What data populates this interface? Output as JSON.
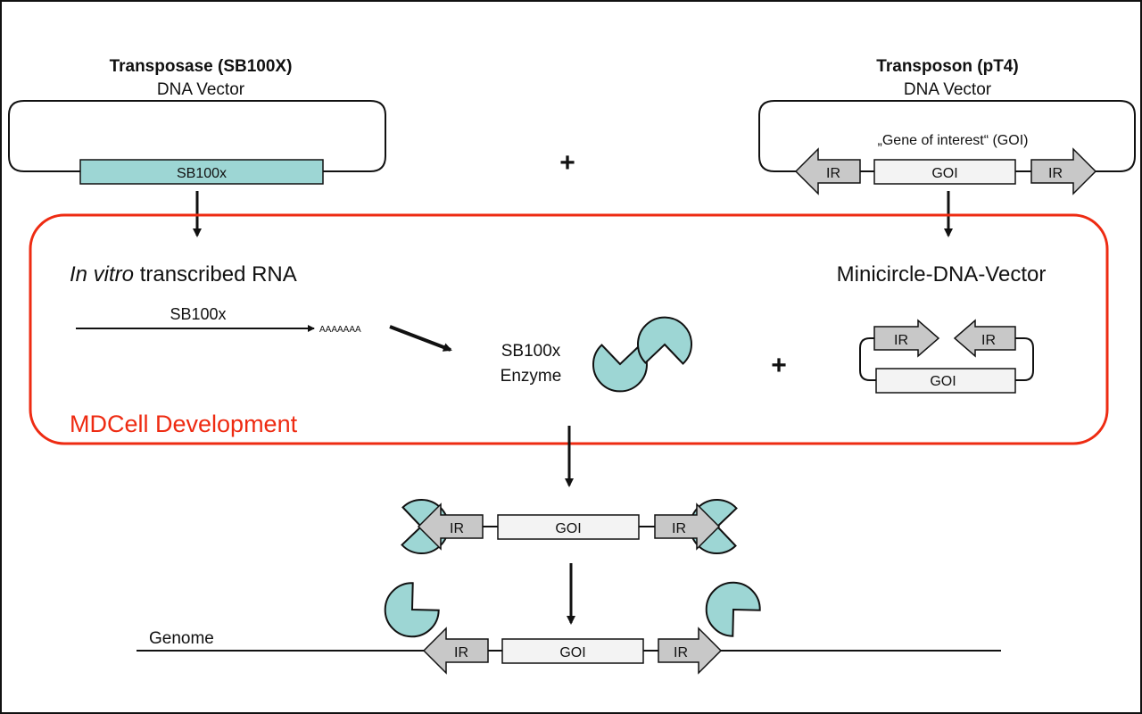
{
  "left": {
    "title": "Transposase (SB100X)",
    "subtitle": "DNA Vector",
    "gene_label": "SB100x"
  },
  "right": {
    "title": "Transposon (pT4)",
    "subtitle": "DNA Vector",
    "goi_caption": "„Gene of interest“ (GOI)",
    "ir_label": "IR",
    "goi_label": "GOI"
  },
  "plus_symbol": "+",
  "box": {
    "label": "MDCell Development",
    "rna_italic": "In vitro",
    "rna_rest": " transcribed RNA",
    "rna_gene": "SB100x",
    "polya": "AAAAAAA",
    "enzyme_line1": "SB100x",
    "enzyme_line2": "Enzyme",
    "minicircle_title": "Minicircle-DNA-Vector"
  },
  "genome_label": "Genome",
  "colors": {
    "enzyme_fill": "#9dd6d4",
    "gene_fill": "#9dd6d4",
    "ir_fill": "#c8c8c8",
    "goi_fill": "#f3f3f3",
    "box_border": "#ee2b12",
    "box_label": "#ee2b12"
  }
}
